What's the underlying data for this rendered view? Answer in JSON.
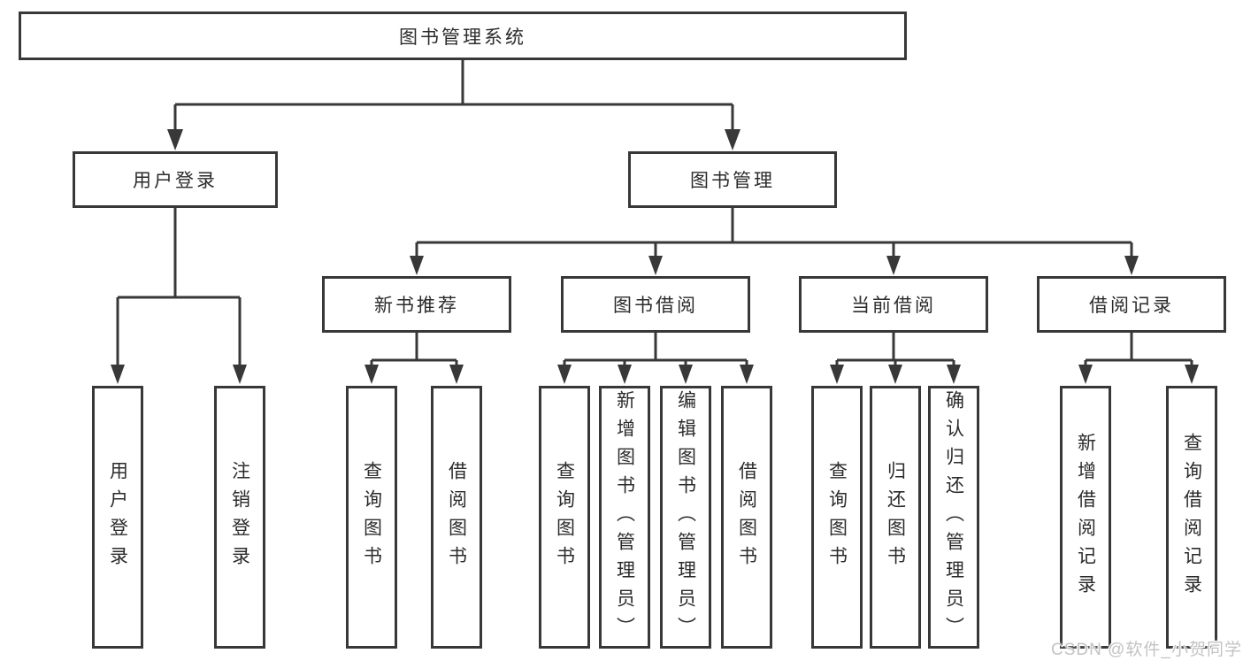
{
  "tree": {
    "root": {
      "label": "图书管理系统",
      "children": [
        {
          "label": "用户登录",
          "children": [
            {
              "label": "用户登录"
            },
            {
              "label": "注销登录"
            }
          ]
        },
        {
          "label": "图书管理",
          "children": [
            {
              "label": "新书推荐",
              "children": [
                {
                  "label": "查询图书"
                },
                {
                  "label": "借阅图书"
                }
              ]
            },
            {
              "label": "图书借阅",
              "children": [
                {
                  "label": "查询图书"
                },
                {
                  "label": "新增图书（管理员）"
                },
                {
                  "label": "编辑图书（管理员）"
                },
                {
                  "label": "借阅图书"
                }
              ]
            },
            {
              "label": "当前借阅",
              "children": [
                {
                  "label": "查询图书"
                },
                {
                  "label": "归还图书"
                },
                {
                  "label": "确认归还（管理员）"
                }
              ]
            },
            {
              "label": "借阅记录",
              "children": [
                {
                  "label": "新增借阅记录"
                },
                {
                  "label": "查询借阅记录"
                }
              ]
            }
          ]
        }
      ]
    }
  },
  "watermark": {
    "text": "CSDN @软件_小贺同学"
  },
  "colors": {
    "line": "#383838",
    "box_border": "#383838",
    "text": "#2b2b2b",
    "watermark": "#c3c3c3",
    "background": "#ffffff"
  }
}
